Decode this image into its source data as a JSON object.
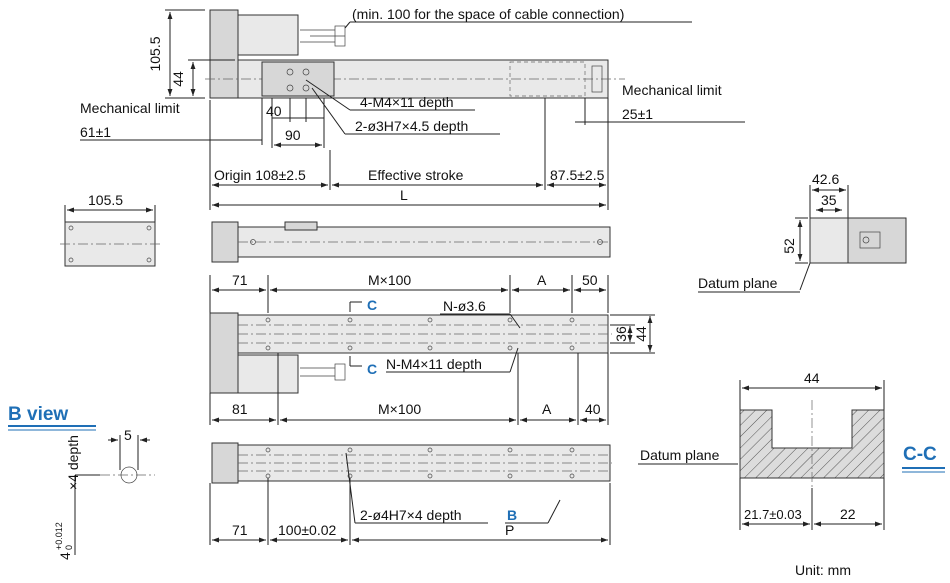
{
  "labels": {
    "cable_note": "(min. 100 for the space of cable connection)",
    "dim_105_5_v": "105.5",
    "dim_44_v": "44",
    "mech_limit_left": "Mechanical limit",
    "dim_61": "61±1",
    "dim_40": "40",
    "dim_90": "90",
    "tap_4m4": "4-M4×11 depth",
    "pin_2o3": "2-ø3H7×4.5 depth",
    "mech_limit_right": "Mechanical limit",
    "dim_25": "25±1",
    "origin": "Origin 108±2.5",
    "effective_stroke": "Effective stroke",
    "dim_87_5": "87.5±2.5",
    "dim_L": "L",
    "dim_105_5_h": "105.5",
    "dim_42_6": "42.6",
    "dim_35": "35",
    "dim_52": "52",
    "datum_plane_1": "Datum plane",
    "dim_71_top": "71",
    "m100_top": "M×100",
    "A_top": "A",
    "dim_50": "50",
    "n_o3_6": "N-ø3.6",
    "section_c": "C",
    "dim_36": "36",
    "dim_44_side": "44",
    "n_m4": "N-M4×11 depth",
    "b_view": "B view",
    "dim_5": "5",
    "pin_depth": "×4 depth",
    "pin_dia": "4",
    "tol_plus": "+0.012",
    "tol_zero": "0",
    "dim_81": "81",
    "m100_mid": "M×100",
    "A_mid": "A",
    "dim_40_mid": "40",
    "dim_71_bot": "71",
    "dim_100_002": "100±0.02",
    "pin_2o4": "2-ø4H7×4 depth",
    "P": "P",
    "B": "B",
    "dim_44_cc": "44",
    "datum_plane_2": "Datum plane",
    "cc_label": "C-C",
    "dim_21_7": "21.7±0.03",
    "dim_22": "22",
    "unit": "Unit: mm"
  },
  "colors": {
    "accent_blue": "#1f6fb6",
    "line": "#222222",
    "body_fill": "#e9e9e9"
  }
}
